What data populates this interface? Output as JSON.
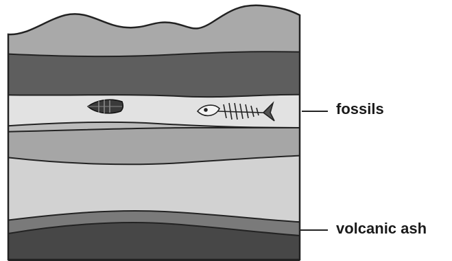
{
  "labels": {
    "fossils": "fossils",
    "volcanic_ash": "volcanic ash"
  },
  "layers": [
    {
      "name": "top-layer",
      "color": "#a9a9a9"
    },
    {
      "name": "dark-upper-layer",
      "color": "#5e5e5e"
    },
    {
      "name": "fossil-layer",
      "color": "#e2e2e2"
    },
    {
      "name": "thin-mid-layer",
      "color": "#bcbcbc"
    },
    {
      "name": "gray-middle-layer",
      "color": "#a6a6a6"
    },
    {
      "name": "light-lower-layer",
      "color": "#d2d2d2"
    },
    {
      "name": "volcanic-ash-layer",
      "color": "#7a7a7a"
    },
    {
      "name": "bottom-layer",
      "color": "#474747"
    }
  ],
  "fossils": [
    {
      "name": "trilobite-fossil"
    },
    {
      "name": "fish-skeleton-fossil"
    }
  ]
}
